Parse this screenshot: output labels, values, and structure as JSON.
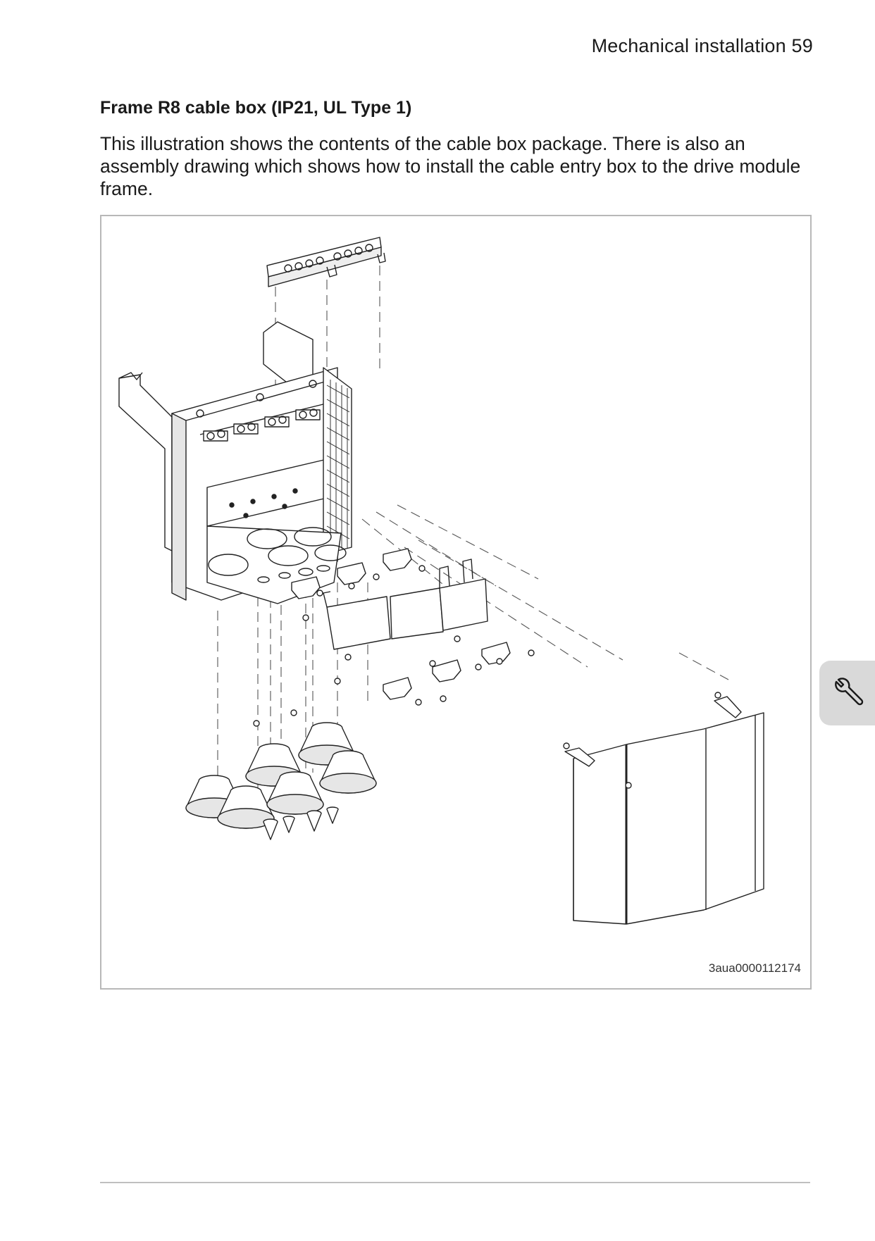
{
  "header": {
    "text": "Mechanical installation 59"
  },
  "section": {
    "title": "Frame R8 cable box (IP21, UL Type 1)",
    "intro": "This illustration shows the contents of the cable box package. There is also an assembly drawing which shows how to install the cable entry box to the drive module frame."
  },
  "figure": {
    "code": "3aua0000112174"
  },
  "side_tab": {
    "icon": "wrench-icon"
  }
}
